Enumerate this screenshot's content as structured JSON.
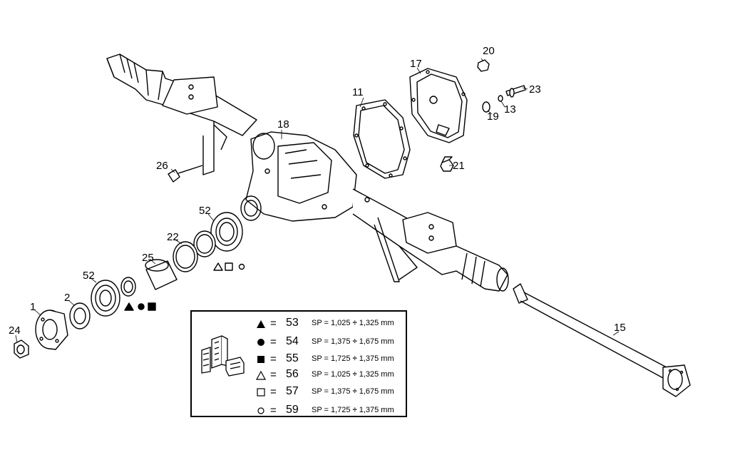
{
  "part_labels": {
    "p1": "1",
    "p2": "2",
    "p11": "11",
    "p13": "13",
    "p15": "15",
    "p17": "17",
    "p18": "18",
    "p19": "19",
    "p20": "20",
    "p21": "21",
    "p22": "22",
    "p23": "23",
    "p24": "24",
    "p25": "25",
    "p26": "26",
    "p52a": "52",
    "p52b": "52"
  },
  "legend": {
    "rows": [
      {
        "symbol": "filled-triangle",
        "eq": "=",
        "num": "53",
        "sp_prefix": "SP = 1,025",
        "sp_suffix": "1,325 mm"
      },
      {
        "symbol": "filled-circle",
        "eq": "=",
        "num": "54",
        "sp_prefix": "SP = 1,375",
        "sp_suffix": "1,675 mm"
      },
      {
        "symbol": "filled-square",
        "eq": "=",
        "num": "55",
        "sp_prefix": "SP = 1,725",
        "sp_suffix": "1,375 mm"
      },
      {
        "symbol": "open-triangle",
        "eq": "=",
        "num": "56",
        "sp_prefix": "SP = 1,025",
        "sp_suffix": "1,325 mm"
      },
      {
        "symbol": "open-square",
        "eq": "=",
        "num": "57",
        "sp_prefix": "SP = 1,375",
        "sp_suffix": "1,675 mm"
      },
      {
        "symbol": "open-circle",
        "eq": "=",
        "num": "59",
        "sp_prefix": "SP = 1,725",
        "sp_suffix": "1,375 mm"
      }
    ]
  },
  "colors": {
    "line": "#000000",
    "background": "#ffffff"
  }
}
